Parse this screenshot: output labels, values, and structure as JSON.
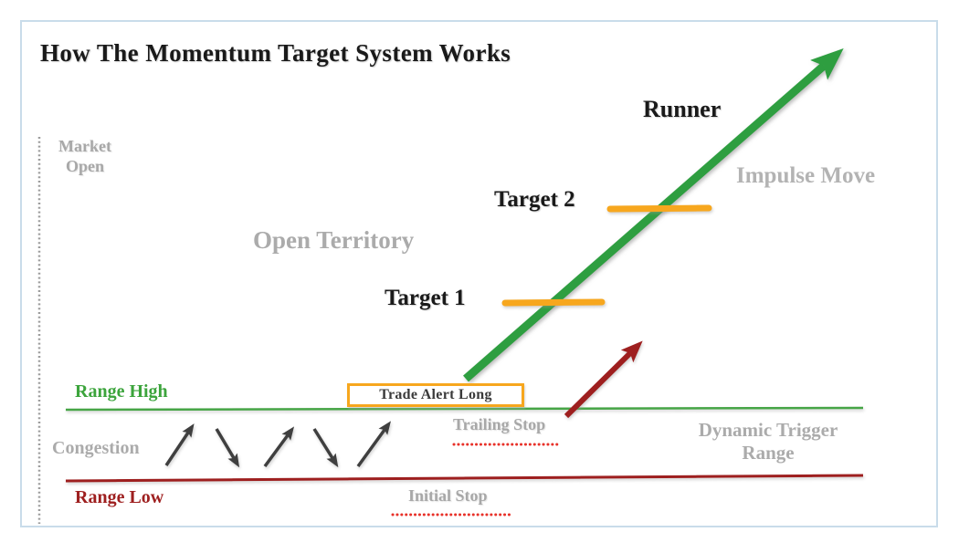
{
  "title": "How The Momentum Target System Works",
  "annotations": {
    "market_open": "Market Open",
    "runner": "Runner",
    "impulse_move": "Impulse Move",
    "open_territory": "Open Territory",
    "target_2": "Target 2",
    "target_1": "Target 1",
    "range_high": "Range High",
    "trade_alert": "Trade Alert Long",
    "trailing_stop": "Trailing Stop",
    "congestion": "Congestion",
    "dynamic_trigger_range": "Dynamic Trigger Range",
    "range_low": "Range Low",
    "initial_stop": "Initial Stop"
  },
  "colors": {
    "green_arrow": "#2E9E40",
    "green_line": "#46A546",
    "green_text": "#3CA43C",
    "orange": "#F7A71E",
    "dark_red": "#9E1F1F",
    "red_dotted": "#E8322A",
    "gray": "#A8A8A8",
    "black": "#1A1A1A",
    "zigzag": "#3F3F3F",
    "frame": "#C9DCEA"
  }
}
